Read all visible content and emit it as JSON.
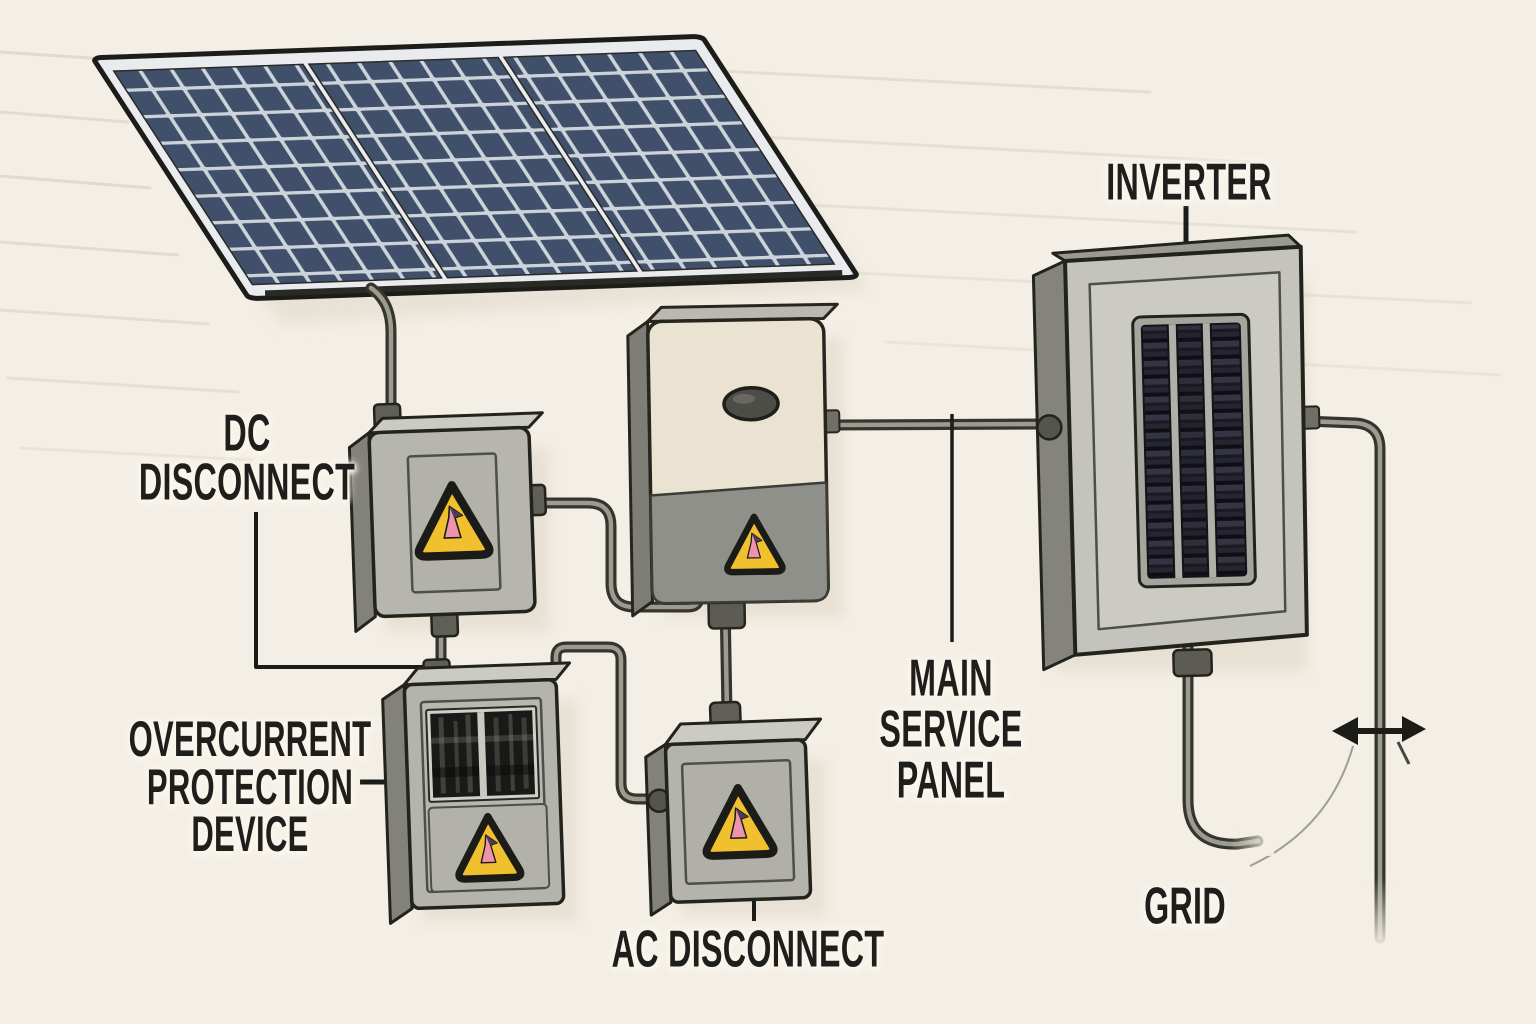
{
  "diagram": {
    "labels": {
      "inverter": "INVERTER",
      "dc_disconnect": [
        "DC",
        "DISCONNECT"
      ],
      "overcurrent": [
        "OVERCURRENT",
        "PROTECTION",
        "DEVICE"
      ],
      "ac_disconnect": "AC DISCONNECT",
      "main_service_panel": [
        "MAIN",
        "SERVICE",
        "PANEL"
      ],
      "grid": "GRID"
    },
    "colors": {
      "background": "#f4efe6",
      "label_text": "#1e1e1c",
      "warning_yellow": "#f1c02e",
      "warning_pink": "#ee92ad",
      "warning_purple": "#4b3c55",
      "solar_cell_blue": "#40506a",
      "enclosure_gray": "#b6b6af",
      "inverter_body_cream": "#ebe3d1",
      "wire_dark": "#35352f"
    }
  }
}
